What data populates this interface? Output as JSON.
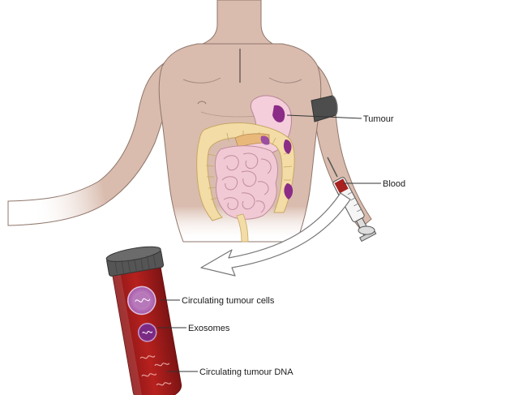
{
  "diagram": {
    "labels": {
      "tumour": "Tumour",
      "blood": "Blood",
      "ctc": "Circulating tumour cells",
      "exosomes": "Exosomes",
      "ctdna": "Circulating tumour DNA"
    },
    "colors": {
      "skin": "#d9bcae",
      "skin_outline": "#8f766b",
      "intestine": "#f1c9d4",
      "intestine_outline": "#c08c9c",
      "colon": "#f3dca6",
      "tumour": "#8b2c87",
      "blood": "#a7211f",
      "tube_cap": "#555555",
      "arrow": "#ffffff"
    }
  }
}
